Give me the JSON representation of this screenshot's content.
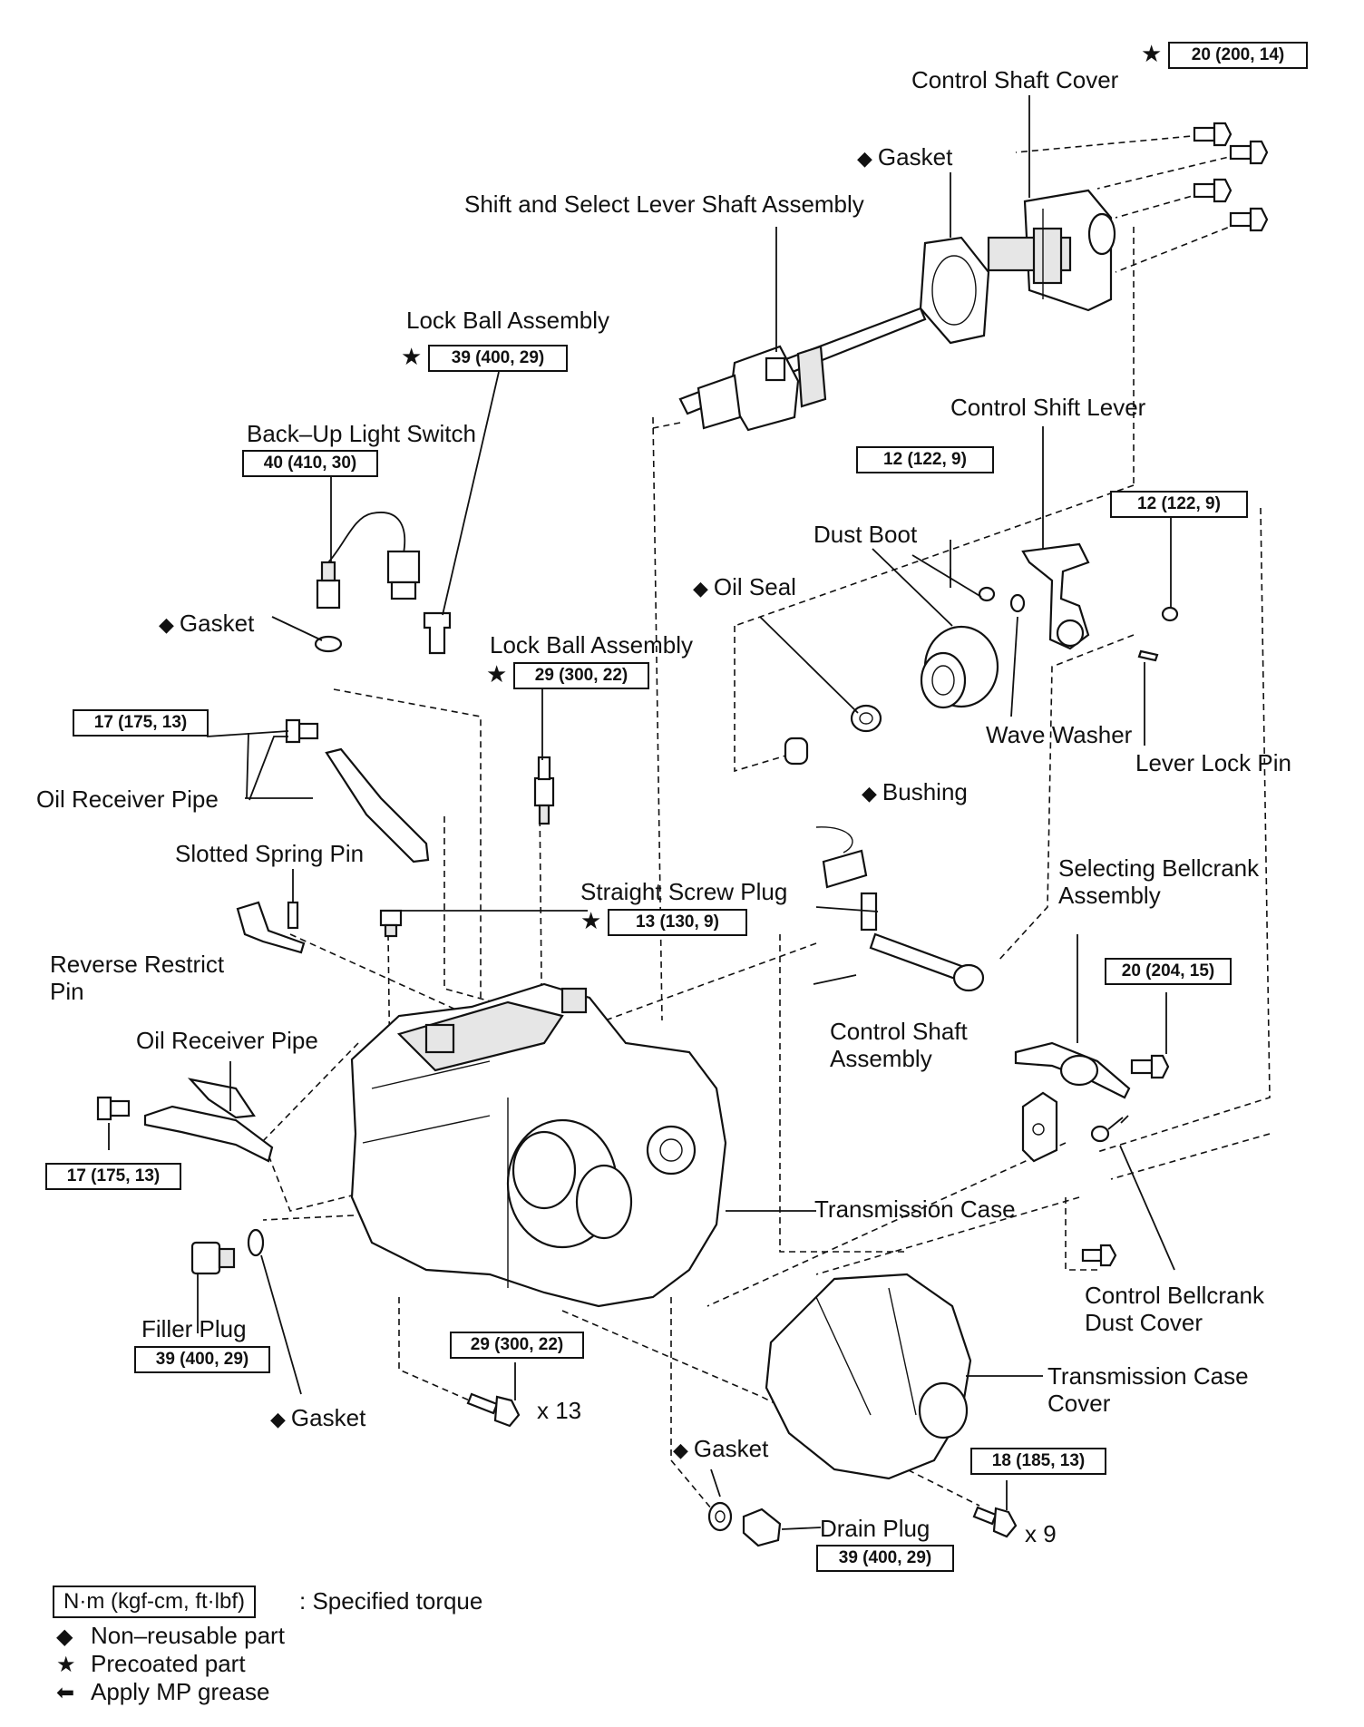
{
  "labels": {
    "control_shaft_cover": "Control Shaft Cover",
    "gasket_cover": "Gasket",
    "shift_select_lever_shaft": "Shift and Select Lever Shaft Assembly",
    "lock_ball_assembly_upper": "Lock Ball Assembly",
    "back_up_light_switch": "Back–Up Light Switch",
    "control_shift_lever": "Control Shift Lever",
    "dust_boot": "Dust Boot",
    "oil_seal": "Oil Seal",
    "gasket_switch": "Gasket",
    "lock_ball_assembly_lower": "Lock Ball Assembly",
    "wave_washer": "Wave Washer",
    "lever_lock_pin": "Lever Lock Pin",
    "oil_receiver_pipe_upper": "Oil Receiver Pipe",
    "bushing": "Bushing",
    "slotted_spring_pin": "Slotted Spring Pin",
    "selecting_bellcrank": [
      "Selecting Bellcrank",
      "Assembly"
    ],
    "straight_screw_plug": "Straight Screw Plug",
    "reverse_restrict_pin": [
      "Reverse Restrict",
      "Pin"
    ],
    "oil_receiver_pipe_lower": "Oil Receiver Pipe",
    "control_shaft_assembly": [
      "Control Shaft",
      "Assembly"
    ],
    "transmission_case": "Transmission Case",
    "filler_plug": "Filler Plug",
    "control_bellcrank_dust_cover": [
      "Control Bellcrank",
      "Dust Cover"
    ],
    "transmission_case_cover": [
      "Transmission Case",
      "Cover"
    ],
    "gasket_filler": "Gasket",
    "gasket_drain": "Gasket",
    "drain_plug": "Drain Plug",
    "qty_case_bolts": "x 13",
    "qty_cover_bolts": "x 9"
  },
  "torques": {
    "control_shaft_cover": "20 (200, 14)",
    "lock_ball_upper": "39 (400, 29)",
    "back_up_light_switch": "40 (410, 30)",
    "dust_boot_nut": "12 (122, 9)",
    "control_shift_lever_nut": "12 (122, 9)",
    "lock_ball_lower": "29 (300, 22)",
    "oil_receiver_pipe_upper": "17 (175, 13)",
    "straight_screw_plug": "13 (130, 9)",
    "selecting_bellcrank": "20 (204, 15)",
    "oil_receiver_pipe_lower": "17 (175, 13)",
    "filler_plug": "39 (400, 29)",
    "case_bolts": "29 (300, 22)",
    "cover_bolts": "18 (185, 13)",
    "drain_plug": "39 (400, 29)"
  },
  "symbols": {
    "non_reusable": "◆",
    "precoated": "★",
    "mp_grease": "⬅"
  },
  "legend": {
    "torque_key": "N·m (kgf-cm, ft·lbf)",
    "torque_desc": ": Specified torque",
    "non_reusable": "Non–reusable part",
    "precoated": "Precoated part",
    "mp_grease": "Apply MP grease"
  }
}
